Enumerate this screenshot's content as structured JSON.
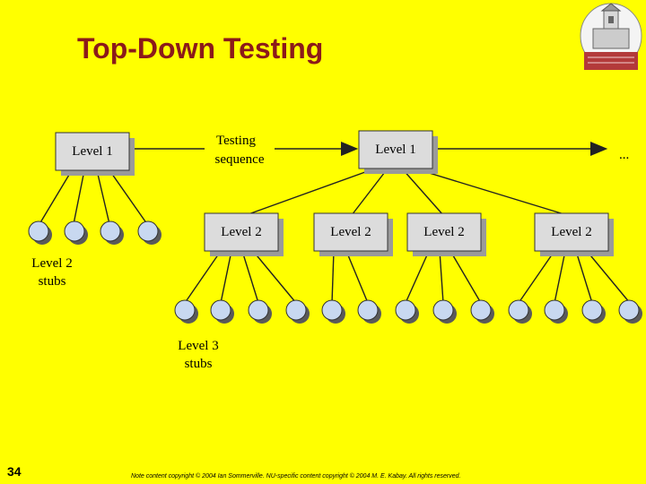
{
  "slide": {
    "title": "Top-Down Testing",
    "page_number": "34",
    "footer": "Note content copyright © 2004 Ian Sommerville. NU-specific content copyright © 2004 M. E. Kabay. All rights reserved."
  },
  "diagram": {
    "modules": {
      "left_level1": "Level 1",
      "right_level1": "Level 1",
      "level2_a": "Level 2",
      "level2_b": "Level 2",
      "level2_c": "Level 2",
      "level2_d": "Level 2"
    },
    "sequence_label_line1": "Testing",
    "sequence_label_line2": "sequence",
    "continuation": "...",
    "level2_stubs_line1": "Level 2",
    "level2_stubs_line2": "stubs",
    "level3_stubs_line1": "Level 3",
    "level3_stubs_line2": "stubs"
  },
  "colors": {
    "background": "#ffff00",
    "title": "#8b1a1a",
    "box_fill": "#dcdcdc",
    "box_shadow": "#9a9a9a",
    "stub_fill": "#c8d8f0"
  }
}
